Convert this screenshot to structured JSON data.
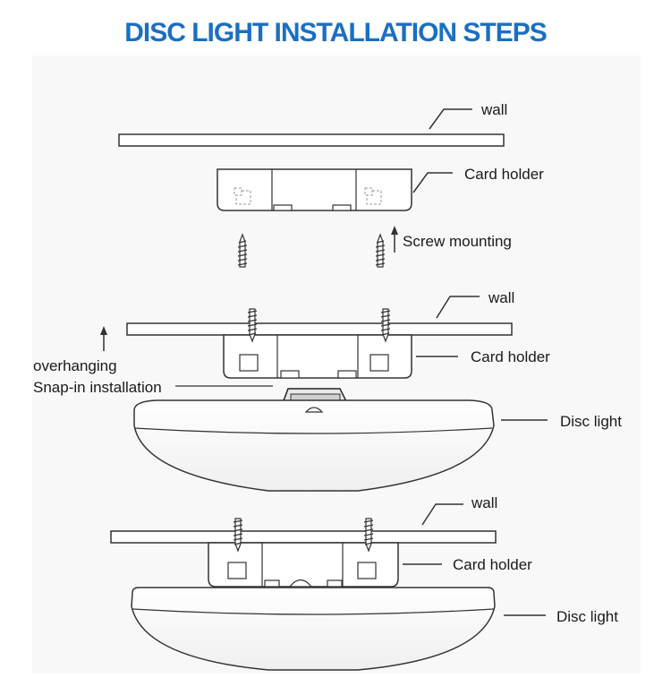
{
  "title": "DISC LIGHT INSTALLATION STEPS",
  "colors": {
    "title": "#1b6fc2",
    "line": "#3a3a3a",
    "panel": "#f6f6f6"
  },
  "steps": [
    {
      "wall": "wall",
      "card_holder": "Card holder",
      "screw_mounting": "Screw mounting"
    },
    {
      "wall": "wall",
      "card_holder": "Card holder",
      "overhanging": "overhanging",
      "snap_in": "Snap-in installation",
      "disc_light": "Disc light"
    },
    {
      "wall": "wall",
      "card_holder": "Card holder",
      "disc_light": "Disc light"
    }
  ]
}
